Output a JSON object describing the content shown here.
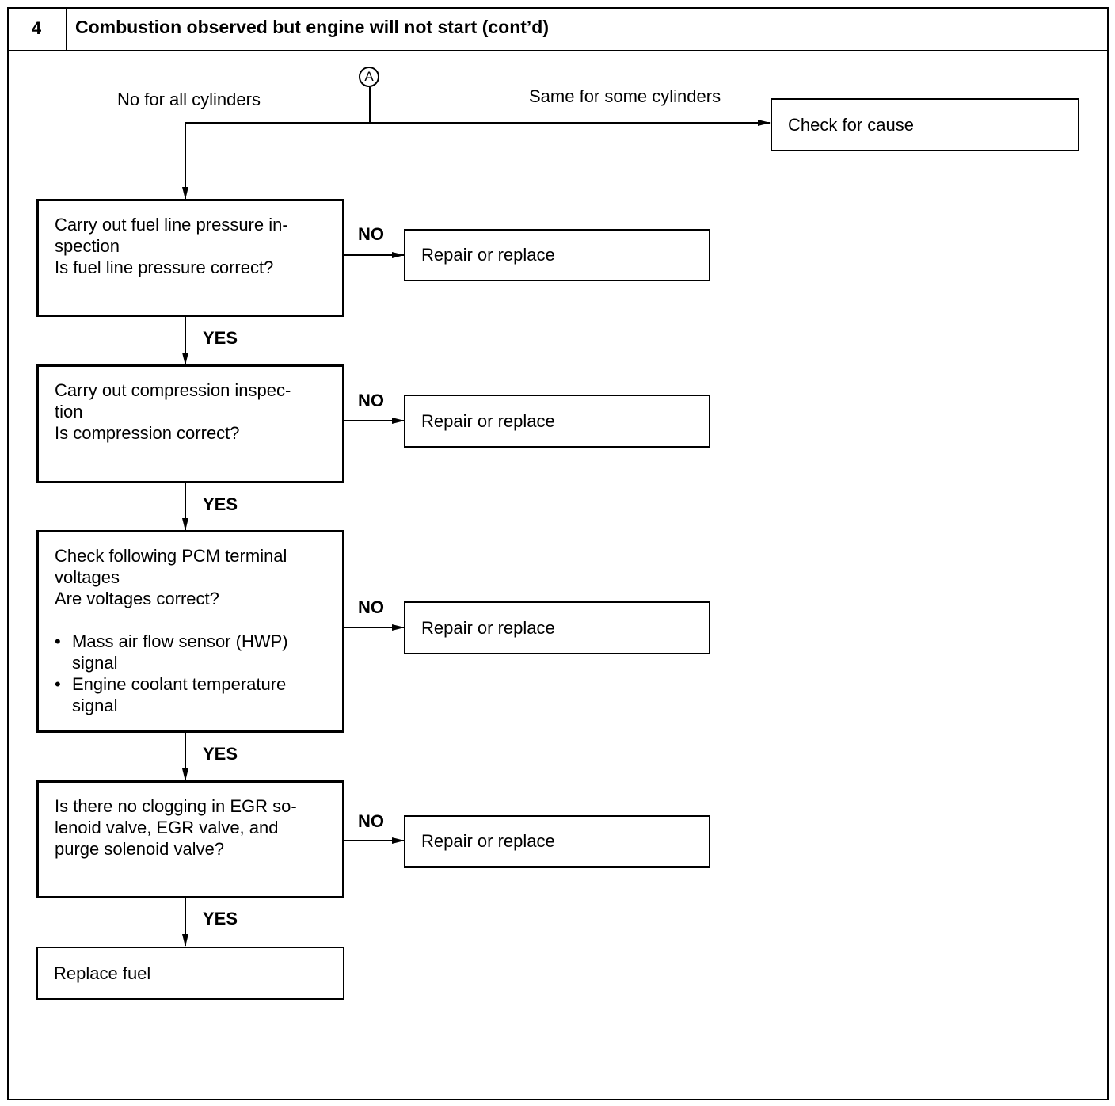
{
  "header": {
    "step_number": "4",
    "title": "Combustion observed but engine will not start (cont’d)"
  },
  "connector_label": "A",
  "branches": {
    "left_label": "No for all cylinders",
    "right_label": "Same for some cylinders",
    "right_result": "Check for cause"
  },
  "steps": [
    {
      "lines": [
        "Carry out fuel line pressure in-",
        "spection",
        "Is fuel line pressure correct?"
      ],
      "no_label": "NO",
      "no_result": "Repair or replace",
      "yes_label": "YES"
    },
    {
      "lines": [
        "Carry out compression inspec-",
        "tion",
        "Is compression correct?"
      ],
      "no_label": "NO",
      "no_result": "Repair or replace",
      "yes_label": "YES"
    },
    {
      "lines": [
        "Check following PCM terminal",
        "voltages",
        "Are voltages correct?"
      ],
      "bullets": [
        [
          "Mass air flow sensor (HWP)",
          "signal"
        ],
        [
          "Engine coolant temperature",
          "signal"
        ]
      ],
      "no_label": "NO",
      "no_result": "Repair or replace",
      "yes_label": "YES"
    },
    {
      "lines": [
        "Is there no clogging in EGR so-",
        "lenoid valve, EGR valve, and",
        "purge solenoid valve?"
      ],
      "no_label": "NO",
      "no_result": "Repair or replace",
      "yes_label": "YES"
    }
  ],
  "final_result": "Replace fuel"
}
